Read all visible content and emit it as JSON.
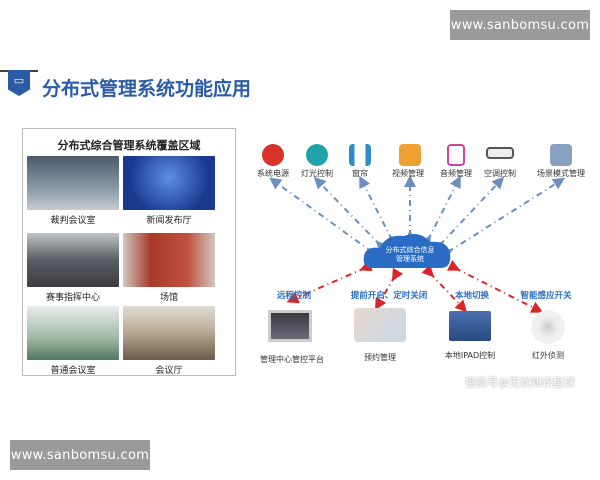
{
  "watermarks": {
    "top": "www.sanbomsu.com",
    "bottom": "www.sanbomsu.com",
    "source": "搜狐号@无忧知识星球"
  },
  "header": {
    "title": "分布式管理系统功能应用",
    "icon": "video-chat-icon"
  },
  "coverage": {
    "title": "分布式综合管理系统覆盖区域",
    "areas": [
      {
        "label": "裁判会议室",
        "color": "#6d7d8c"
      },
      {
        "label": "新闻发布厅",
        "color": "#2a55a8"
      },
      {
        "label": "赛事指挥中心",
        "color": "#7a7e84"
      },
      {
        "label": "场馆",
        "color": "#a83a2a"
      },
      {
        "label": "普通会议室",
        "color": "#9fb8a4"
      },
      {
        "label": "会议厅",
        "color": "#b8a890"
      }
    ]
  },
  "diagram": {
    "hub": "分布式综合信息管理系统",
    "functions": [
      {
        "label": "系统电源",
        "icon": "power-icon",
        "color": "#d9332b"
      },
      {
        "label": "灯光控制",
        "icon": "lightbulb-icon",
        "color": "#1fa3a8"
      },
      {
        "label": "窗帘",
        "icon": "curtain-icon",
        "color": "#2f8bc9"
      },
      {
        "label": "视频管理",
        "icon": "video-film-icon",
        "color": "#f0a030"
      },
      {
        "label": "音频管理",
        "icon": "music-file-icon",
        "color": "#d0449a"
      },
      {
        "label": "空调控制",
        "icon": "air-conditioner-icon",
        "color": "#555555"
      },
      {
        "label": "场景模式管理",
        "icon": "scene-icon",
        "color": "#8aa0c0"
      }
    ],
    "controls": [
      {
        "action": "远程控制",
        "device": "管理中心管控平台",
        "icon": "monitor-icon"
      },
      {
        "action": "提前开启、定时关闭",
        "device": "预约管理",
        "icon": "smartphone-icon"
      },
      {
        "action": "本地切换",
        "device": "本地IPAD控制",
        "icon": "tablet-panel-icon"
      },
      {
        "action": "智能感应开关",
        "device": "红外侦测",
        "icon": "infrared-sensor-icon"
      }
    ],
    "colors": {
      "accent": "#2b5aa6",
      "up_arrow": "#6a8fc0",
      "down_arrow": "#d9262a",
      "cloud": "#2a6cc4"
    }
  }
}
